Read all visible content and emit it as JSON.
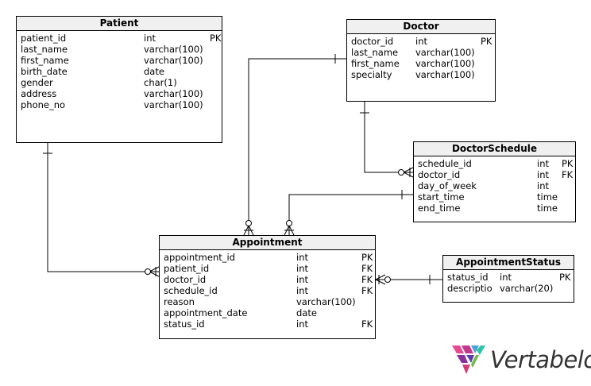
{
  "entities": {
    "patient": {
      "title": "Patient",
      "rows": [
        {
          "name": "patient_id",
          "type": "int",
          "key": "PK"
        },
        {
          "name": "last_name",
          "type": "varchar(100)",
          "key": ""
        },
        {
          "name": "first_name",
          "type": "varchar(100)",
          "key": ""
        },
        {
          "name": "birth_date",
          "type": "date",
          "key": ""
        },
        {
          "name": "gender",
          "type": "char(1)",
          "key": ""
        },
        {
          "name": "address",
          "type": "varchar(100)",
          "key": ""
        },
        {
          "name": "phone_no",
          "type": "varchar(100)",
          "key": ""
        }
      ]
    },
    "doctor": {
      "title": "Doctor",
      "rows": [
        {
          "name": "doctor_id",
          "type": "int",
          "key": "PK"
        },
        {
          "name": "last_name",
          "type": "varchar(100)",
          "key": ""
        },
        {
          "name": "first_name",
          "type": "varchar(100)",
          "key": ""
        },
        {
          "name": "specialty",
          "type": "varchar(100)",
          "key": ""
        }
      ]
    },
    "doctorschedule": {
      "title": "DoctorSchedule",
      "rows": [
        {
          "name": "schedule_id",
          "type": "int",
          "key": "PK"
        },
        {
          "name": "doctor_id",
          "type": "int",
          "key": "FK"
        },
        {
          "name": "day_of_week",
          "type": "int",
          "key": ""
        },
        {
          "name": "start_time",
          "type": "time",
          "key": ""
        },
        {
          "name": "end_time",
          "type": "time",
          "key": ""
        }
      ]
    },
    "appointment": {
      "title": "Appointment",
      "rows": [
        {
          "name": "appointment_id",
          "type": "int",
          "key": "PK"
        },
        {
          "name": "patient_id",
          "type": "int",
          "key": "FK"
        },
        {
          "name": "doctor_id",
          "type": "int",
          "key": "FK"
        },
        {
          "name": "schedule_id",
          "type": "int",
          "key": "FK"
        },
        {
          "name": "reason",
          "type": "varchar(100)",
          "key": ""
        },
        {
          "name": "appointment_date",
          "type": "date",
          "key": ""
        },
        {
          "name": "status_id",
          "type": "int",
          "key": "FK"
        }
      ]
    },
    "appointmentstatus": {
      "title": "AppointmentStatus",
      "rows": [
        {
          "name": "status_id",
          "type": "int",
          "key": "PK"
        },
        {
          "name": "descriptio",
          "type": "varchar(20)",
          "key": ""
        }
      ]
    }
  },
  "logo": {
    "text": "Vertabelo"
  }
}
